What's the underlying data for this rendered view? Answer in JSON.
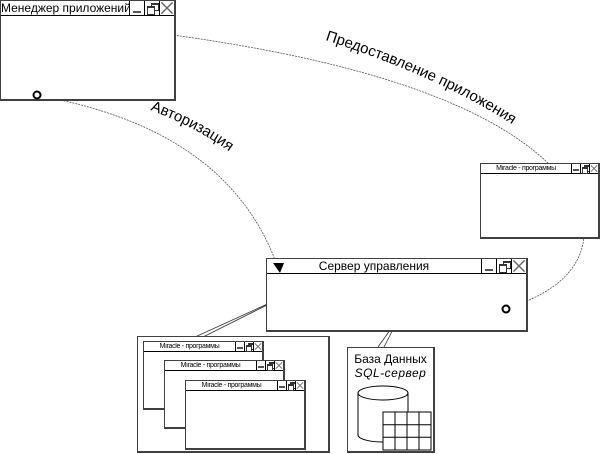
{
  "windows": {
    "app_manager": {
      "title": "Менеджер приложений"
    },
    "miracle_right": {
      "title": "Miracle - программы"
    },
    "control_server": {
      "title": "Сервер управления"
    },
    "miracle_stack": [
      {
        "title": "Miracle - программы"
      },
      {
        "title": "Miracle - программы"
      },
      {
        "title": "Miracle - программы"
      }
    ]
  },
  "database": {
    "line1": "База Данных",
    "line2": "SQL-сервер"
  },
  "arrows": {
    "authorization": "Авторизация",
    "app_provision": "Предоставление приложения"
  },
  "icons": {
    "minimize": "minimize-icon",
    "maximize": "restore-icon",
    "close": "close-icon"
  }
}
